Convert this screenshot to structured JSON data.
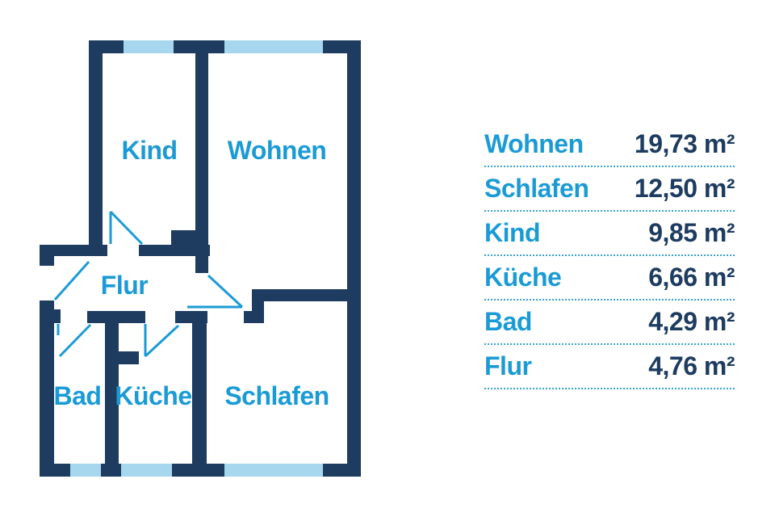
{
  "colors": {
    "background": "#ffffff",
    "wall": "#1e3c60",
    "window": "#a6d7ef",
    "accent_text": "#1b9bd5",
    "value_text": "#1e3c60",
    "divider_dotted": "#3aa2cf"
  },
  "floor_plan": {
    "rooms": [
      {
        "name": "Kind"
      },
      {
        "name": "Wohnen"
      },
      {
        "name": "Flur"
      },
      {
        "name": "Bad"
      },
      {
        "name": "Küche"
      },
      {
        "name": "Schlafen"
      }
    ],
    "features": {
      "windows": [
        "kind-window-top",
        "wohnen-window-top",
        "bad-window-bottom",
        "kueche-window-bottom",
        "schlafen-window-bottom"
      ],
      "doors": [
        "kind-door",
        "entrance-door",
        "schlafen-door",
        "kueche-door",
        "bad-door"
      ]
    }
  },
  "area_table": {
    "rows": [
      {
        "label": "Wohnen",
        "area": "19,73 m²"
      },
      {
        "label": "Schlafen",
        "area": "12,50 m²"
      },
      {
        "label": "Kind",
        "area": "9,85 m²"
      },
      {
        "label": "Küche",
        "area": "6,66 m²"
      },
      {
        "label": "Bad",
        "area": "4,29 m²"
      },
      {
        "label": "Flur",
        "area": "4,76 m²"
      }
    ]
  }
}
